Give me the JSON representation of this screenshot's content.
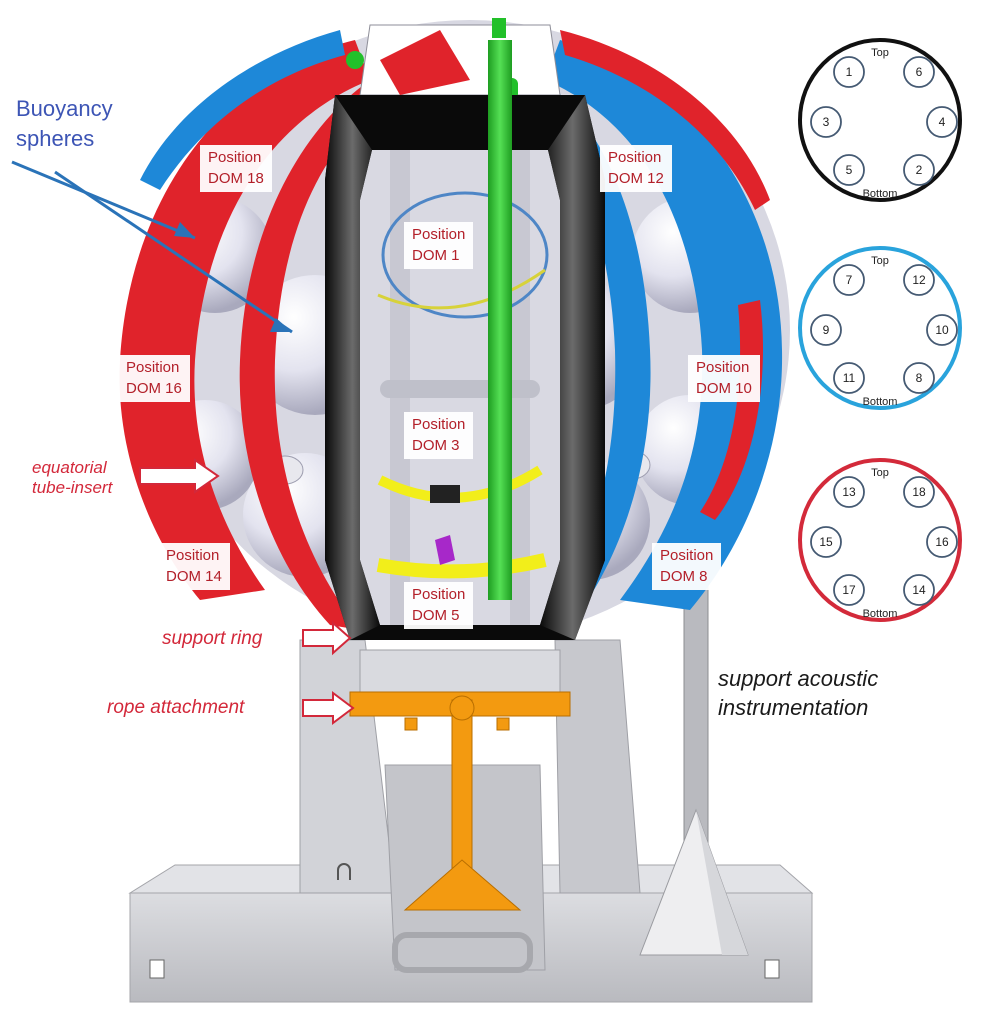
{
  "callouts": {
    "buoyancy": [
      "Buoyancy",
      "spheres"
    ],
    "equatorial": [
      "equatorial",
      "tube-insert"
    ],
    "support_ring": "support ring",
    "rope_attachment": "rope attachment",
    "acoustic": [
      "support acoustic",
      "instrumentation"
    ]
  },
  "positions": [
    {
      "line1": "Position",
      "line2": "DOM 18"
    },
    {
      "line1": "Position",
      "line2": "DOM 12"
    },
    {
      "line1": "Position",
      "line2": "DOM 1"
    },
    {
      "line1": "Position",
      "line2": "DOM 16"
    },
    {
      "line1": "Position",
      "line2": "DOM 10"
    },
    {
      "line1": "Position",
      "line2": "DOM 3"
    },
    {
      "line1": "Position",
      "line2": "DOM 14"
    },
    {
      "line1": "Position",
      "line2": "DOM 8"
    },
    {
      "line1": "Position",
      "line2": "DOM 5"
    }
  ],
  "legends": [
    {
      "color": "#111111",
      "top": "Top",
      "bottom": "Bottom",
      "numbers": [
        "1",
        "6",
        "3",
        "4",
        "5",
        "2"
      ]
    },
    {
      "color": "#29a3dc",
      "top": "Top",
      "bottom": "Bottom",
      "numbers": [
        "7",
        "12",
        "9",
        "10",
        "11",
        "8"
      ]
    },
    {
      "color": "#d32a3a",
      "top": "Top",
      "bottom": "Bottom",
      "numbers": [
        "13",
        "18",
        "15",
        "16",
        "17",
        "14"
      ]
    }
  ],
  "colors": {
    "red_ring": "#e0232b",
    "blue_ring": "#1e88d8",
    "support_green": "#22c02a",
    "rope_orange": "#f39a10",
    "frame_gray": "#cfd0d4",
    "callout_red": "#d3283a",
    "callout_blue": "#3d55b5"
  }
}
